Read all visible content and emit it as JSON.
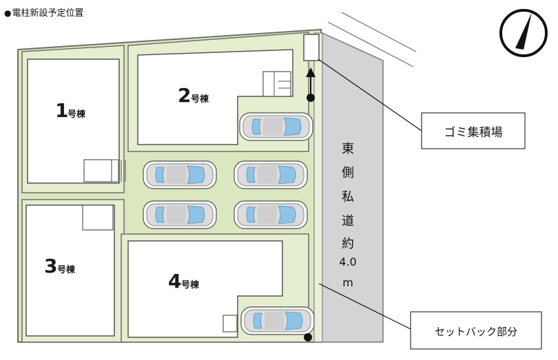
{
  "legend": {
    "bullet": "●",
    "text": "電柱新設予定位置"
  },
  "lots": [
    {
      "number": "1",
      "suffix": "号棟"
    },
    {
      "number": "2",
      "suffix": "号棟"
    },
    {
      "number": "3",
      "suffix": "号棟"
    },
    {
      "number": "4",
      "suffix": "号棟"
    }
  ],
  "road": {
    "chars": [
      "東",
      "側",
      "私",
      "道",
      "約",
      "4.0",
      "m"
    ]
  },
  "callouts": {
    "garbage": "ゴミ集積場",
    "setback": "セットバック部分"
  },
  "colors": {
    "lot_fill": "#e6eed0",
    "common_fill": "#dbe7be",
    "road_fill": "#d4d4d4",
    "building_fill": "#ffffff",
    "outline": "#6e6e6e",
    "car_body": "#dcdcdc",
    "car_glass": "#8fc3e6",
    "pole": "#111111"
  },
  "icons": {
    "compass": "north-arrow-icon",
    "pole": "pole-dot-icon",
    "car": "car-icon"
  }
}
